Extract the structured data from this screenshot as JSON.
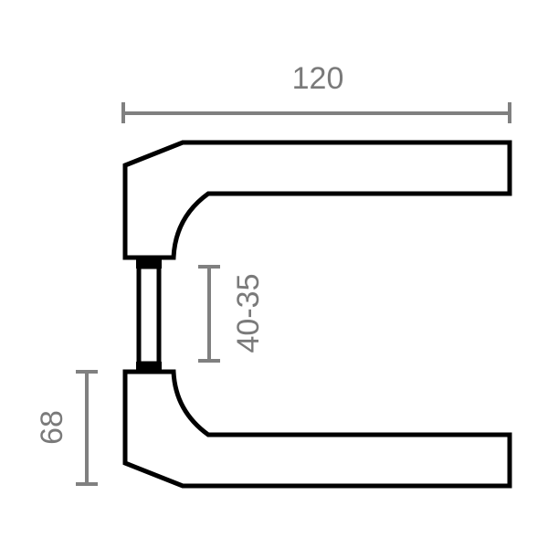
{
  "diagram": {
    "type": "technical-drawing",
    "subject": "door lever handle pair (side elevation)",
    "colors": {
      "outline": "#000000",
      "dimension": "#808080",
      "dimension_text": "#7a7a7a",
      "background": "#ffffff"
    },
    "dimensions": {
      "length": {
        "label": "120",
        "orientation": "horizontal"
      },
      "door_thickness": {
        "label": "40-35",
        "orientation": "vertical"
      },
      "height": {
        "label": "68",
        "orientation": "vertical"
      }
    },
    "parts": [
      {
        "name": "upper lever handle"
      },
      {
        "name": "spindle rose with collars"
      },
      {
        "name": "lower lever handle"
      }
    ]
  }
}
